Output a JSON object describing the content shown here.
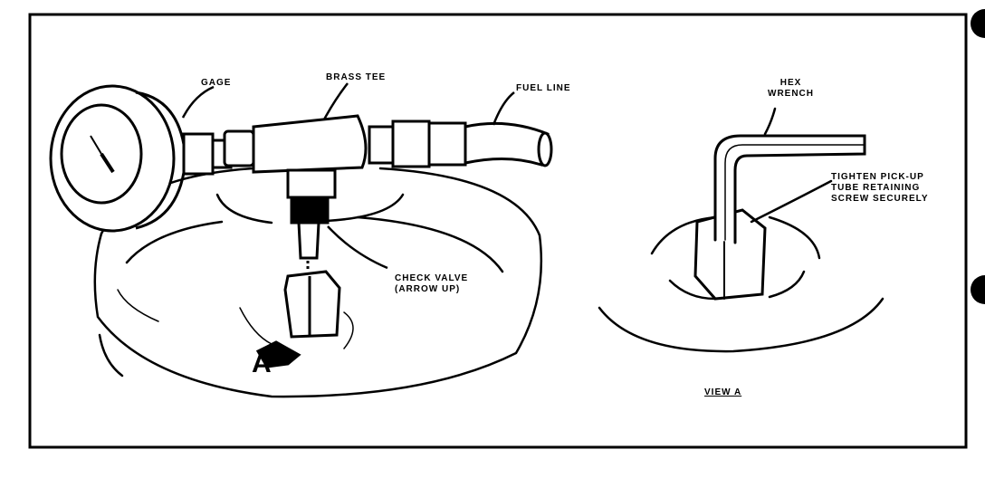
{
  "labels": {
    "gage": "GAGE",
    "brass_tee": "BRASS TEE",
    "fuel_line": "FUEL LINE",
    "check_valve": "CHECK VALVE\n(ARROW UP)",
    "callout_a": "A",
    "hex_wrench": "HEX\nWRENCH",
    "tighten_note": "TIGHTEN PICK-UP\nTUBE RETAINING\nSCREW SECURELY",
    "view_a": "VIEW A"
  },
  "colors": {
    "ink": "#000000",
    "paper": "#ffffff"
  }
}
